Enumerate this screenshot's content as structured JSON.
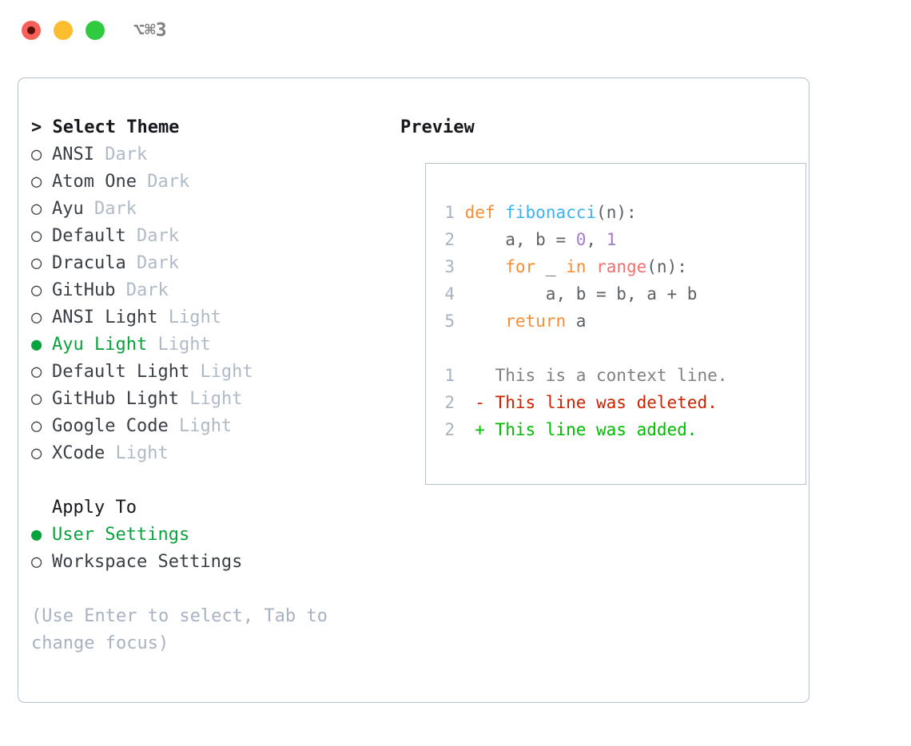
{
  "window": {
    "traffic_lights": [
      "close",
      "minimize",
      "zoom"
    ],
    "shortcut": "⌥⌘3"
  },
  "theme_picker": {
    "title": "> Select Theme",
    "items": [
      {
        "bullet": "○",
        "name": "ANSI",
        "variant": "Dark",
        "selected": false
      },
      {
        "bullet": "○",
        "name": "Atom One",
        "variant": "Dark",
        "selected": false
      },
      {
        "bullet": "○",
        "name": "Ayu",
        "variant": "Dark",
        "selected": false
      },
      {
        "bullet": "○",
        "name": "Default",
        "variant": "Dark",
        "selected": false
      },
      {
        "bullet": "○",
        "name": "Dracula",
        "variant": "Dark",
        "selected": false
      },
      {
        "bullet": "○",
        "name": "GitHub",
        "variant": "Dark",
        "selected": false
      },
      {
        "bullet": "○",
        "name": "ANSI Light",
        "variant": "Light",
        "selected": false
      },
      {
        "bullet": "●",
        "name": "Ayu Light",
        "variant": "Light",
        "selected": true
      },
      {
        "bullet": "○",
        "name": "Default Light",
        "variant": "Light",
        "selected": false
      },
      {
        "bullet": "○",
        "name": "GitHub Light",
        "variant": "Light",
        "selected": false
      },
      {
        "bullet": "○",
        "name": "Google Code",
        "variant": "Light",
        "selected": false
      },
      {
        "bullet": "○",
        "name": "XCode",
        "variant": "Light",
        "selected": false
      }
    ]
  },
  "apply_to": {
    "title": "Apply To",
    "items": [
      {
        "bullet": "●",
        "name": "User Settings",
        "selected": true
      },
      {
        "bullet": "○",
        "name": "Workspace Settings",
        "selected": false
      }
    ]
  },
  "hint": "(Use Enter to select, Tab to change focus)",
  "preview": {
    "title": "Preview",
    "code_lines": [
      {
        "no": "1",
        "tokens": [
          {
            "t": "def",
            "c": "kw"
          },
          {
            "t": " ",
            "c": "plain"
          },
          {
            "t": "fibonacci",
            "c": "fn"
          },
          {
            "t": "(n):",
            "c": "plain"
          }
        ]
      },
      {
        "no": "2",
        "tokens": [
          {
            "t": "    a, b = ",
            "c": "plain"
          },
          {
            "t": "0",
            "c": "num"
          },
          {
            "t": ", ",
            "c": "plain"
          },
          {
            "t": "1",
            "c": "num"
          }
        ]
      },
      {
        "no": "3",
        "tokens": [
          {
            "t": "    ",
            "c": "plain"
          },
          {
            "t": "for",
            "c": "kw"
          },
          {
            "t": " _ ",
            "c": "plain"
          },
          {
            "t": "in",
            "c": "kw"
          },
          {
            "t": " ",
            "c": "plain"
          },
          {
            "t": "range",
            "c": "builtin"
          },
          {
            "t": "(n):",
            "c": "plain"
          }
        ]
      },
      {
        "no": "4",
        "tokens": [
          {
            "t": "        a, b = b, a + b",
            "c": "plain"
          }
        ]
      },
      {
        "no": "5",
        "tokens": [
          {
            "t": "    ",
            "c": "plain"
          },
          {
            "t": "return",
            "c": "kw"
          },
          {
            "t": " a",
            "c": "plain"
          }
        ]
      }
    ],
    "diff_lines": [
      {
        "no": "1",
        "marker": " ",
        "text": "  This is a context line.",
        "kind": "ctx"
      },
      {
        "no": "2",
        "marker": " ",
        "text": "- This line was deleted.",
        "kind": "del"
      },
      {
        "no": "2",
        "marker": " ",
        "text": "+ This line was added.",
        "kind": "add"
      }
    ]
  },
  "colors": {
    "selected_green": "#08a33c",
    "variant_gray": "#b0bac7",
    "hint_gray": "#a8b2c0",
    "border": "#b6bfcc",
    "keyword_orange": "#fa8d33",
    "function_blue": "#39b2f4",
    "number_purple": "#a37acc",
    "builtin_red": "#f07171",
    "diff_delete": "#cc2200",
    "diff_add": "#00bb00",
    "traffic_red": "#fa605a",
    "traffic_yellow": "#fcbd2e",
    "traffic_green": "#2ecb41"
  }
}
